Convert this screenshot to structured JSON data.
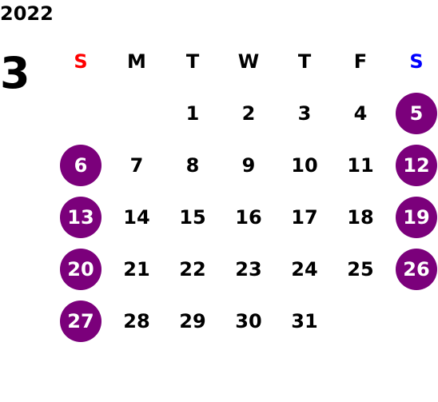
{
  "calendar": {
    "year": "2022",
    "month": "3",
    "weekdays": [
      "S",
      "M",
      "T",
      "W",
      "T",
      "F",
      "S"
    ],
    "weekday_colors": [
      "#ff0000",
      "#000000",
      "#000000",
      "#000000",
      "#000000",
      "#000000",
      "#0000ff"
    ],
    "highlight_color": "#7b007b",
    "weeks": [
      [
        "",
        "",
        "1",
        "2",
        "3",
        "4",
        "5"
      ],
      [
        "6",
        "7",
        "8",
        "9",
        "10",
        "11",
        "12"
      ],
      [
        "13",
        "14",
        "15",
        "16",
        "17",
        "18",
        "19"
      ],
      [
        "20",
        "21",
        "22",
        "23",
        "24",
        "25",
        "26"
      ],
      [
        "27",
        "28",
        "29",
        "30",
        "31",
        "",
        ""
      ]
    ]
  }
}
